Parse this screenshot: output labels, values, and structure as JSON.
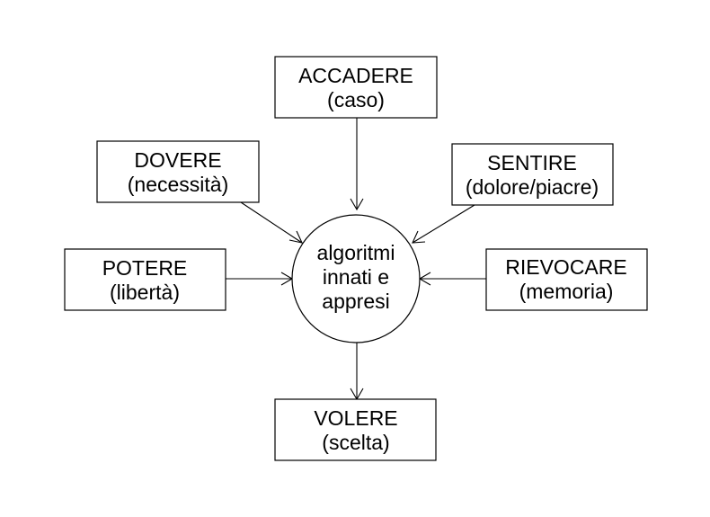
{
  "diagram": {
    "center": {
      "lines": [
        "algoritmi",
        "innati e",
        "appresi"
      ]
    },
    "nodes": {
      "accadere": {
        "title": "ACCADERE",
        "subtitle": "(caso)"
      },
      "dovere": {
        "title": "DOVERE",
        "subtitle": "(necessità)"
      },
      "sentire": {
        "title": "SENTIRE",
        "subtitle": "(dolore/piacre)"
      },
      "potere": {
        "title": "POTERE",
        "subtitle": "(libertà)"
      },
      "rievocare": {
        "title": "RIEVOCARE",
        "subtitle": "(memoria)"
      },
      "volere": {
        "title": "VOLERE",
        "subtitle": "(scelta)"
      }
    }
  }
}
